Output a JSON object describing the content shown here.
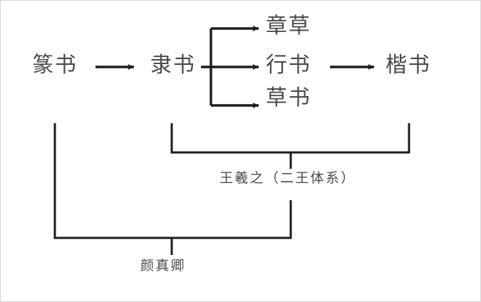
{
  "diagram": {
    "type": "flow-diagram",
    "subject": "Chinese calligraphy script evolution",
    "line_color": "#1c1c1c",
    "text_color": "#4a4a4a",
    "background_color": "#ffffff",
    "border_color": "#d8d8d8",
    "nodes": {
      "zhuanshu": "篆书",
      "lishu": "隶书",
      "zhangcao": "章草",
      "xingshu": "行书",
      "caoshu": "草书",
      "kaishu": "楷书",
      "wangxizhi": "王羲之（二王体系）",
      "yanzhenqing": "颜真卿"
    },
    "edges": [
      {
        "from": "篆书",
        "to": "隶书",
        "style": "arrow"
      },
      {
        "from": "隶书",
        "to": "章草",
        "style": "fork-arrow"
      },
      {
        "from": "隶书",
        "to": "行书",
        "style": "fork-arrow"
      },
      {
        "from": "隶书",
        "to": "草书",
        "style": "fork-arrow"
      },
      {
        "from": "行书",
        "to": "楷书",
        "style": "arrow"
      },
      {
        "from": "隶书",
        "to": "王羲之（二王体系）",
        "style": "bracket"
      },
      {
        "from": "楷书",
        "to": "王羲之（二王体系）",
        "style": "bracket"
      },
      {
        "from": "篆书",
        "to": "颜真卿",
        "style": "bracket"
      },
      {
        "from": "王羲之（二王体系）",
        "to": "颜真卿",
        "style": "bracket"
      }
    ]
  }
}
